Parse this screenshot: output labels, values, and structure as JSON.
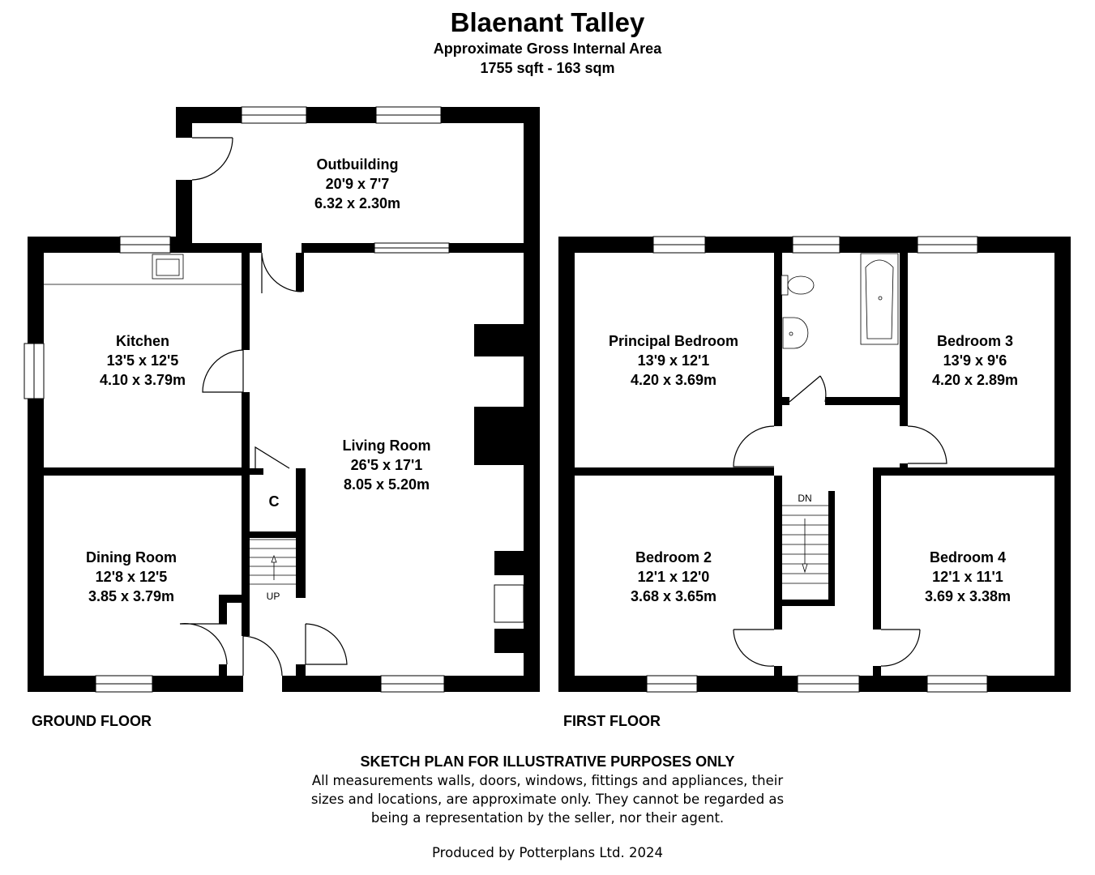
{
  "header": {
    "title": "Blaenant Talley",
    "area_label": "Approximate Gross Internal Area",
    "area_value": "1755 sqft - 163 sqm"
  },
  "ground_floor": {
    "label": "GROUND FLOOR",
    "rooms": {
      "outbuilding": {
        "name": "Outbuilding",
        "imperial": "20'9 x 7'7",
        "metric": "6.32 x 2.30m"
      },
      "kitchen": {
        "name": "Kitchen",
        "imperial": "13'5 x 12'5",
        "metric": "4.10 x 3.79m"
      },
      "living": {
        "name": "Living Room",
        "imperial": "26'5 x 17'1",
        "metric": "8.05 x 5.20m"
      },
      "dining": {
        "name": "Dining Room",
        "imperial": "12'8 x 12'5",
        "metric": "3.85 x 3.79m"
      }
    },
    "cupboard_label": "C",
    "stairs_label": "UP"
  },
  "first_floor": {
    "label": "FIRST FLOOR",
    "rooms": {
      "principal": {
        "name": "Principal Bedroom",
        "imperial": "13'9 x 12'1",
        "metric": "4.20 x 3.69m"
      },
      "bedroom3": {
        "name": "Bedroom 3",
        "imperial": "13'9 x 9'6",
        "metric": "4.20 x 2.89m"
      },
      "bedroom2": {
        "name": "Bedroom 2",
        "imperial": "12'1 x 12'0",
        "metric": "3.68 x 3.65m"
      },
      "bedroom4": {
        "name": "Bedroom 4",
        "imperial": "12'1 x 11'1",
        "metric": "3.69 x 3.38m"
      }
    },
    "stairs_label": "DN"
  },
  "footer": {
    "disclaimer_title": "SKETCH PLAN FOR ILLUSTRATIVE PURPOSES ONLY",
    "disclaimer_text": "All measurements walls, doors, windows, fittings and appliances, their sizes and locations, are approximate only. They cannot be regarded as being a representation by the seller, nor their agent.",
    "credit": "Produced by Potterplans Ltd. 2024"
  }
}
